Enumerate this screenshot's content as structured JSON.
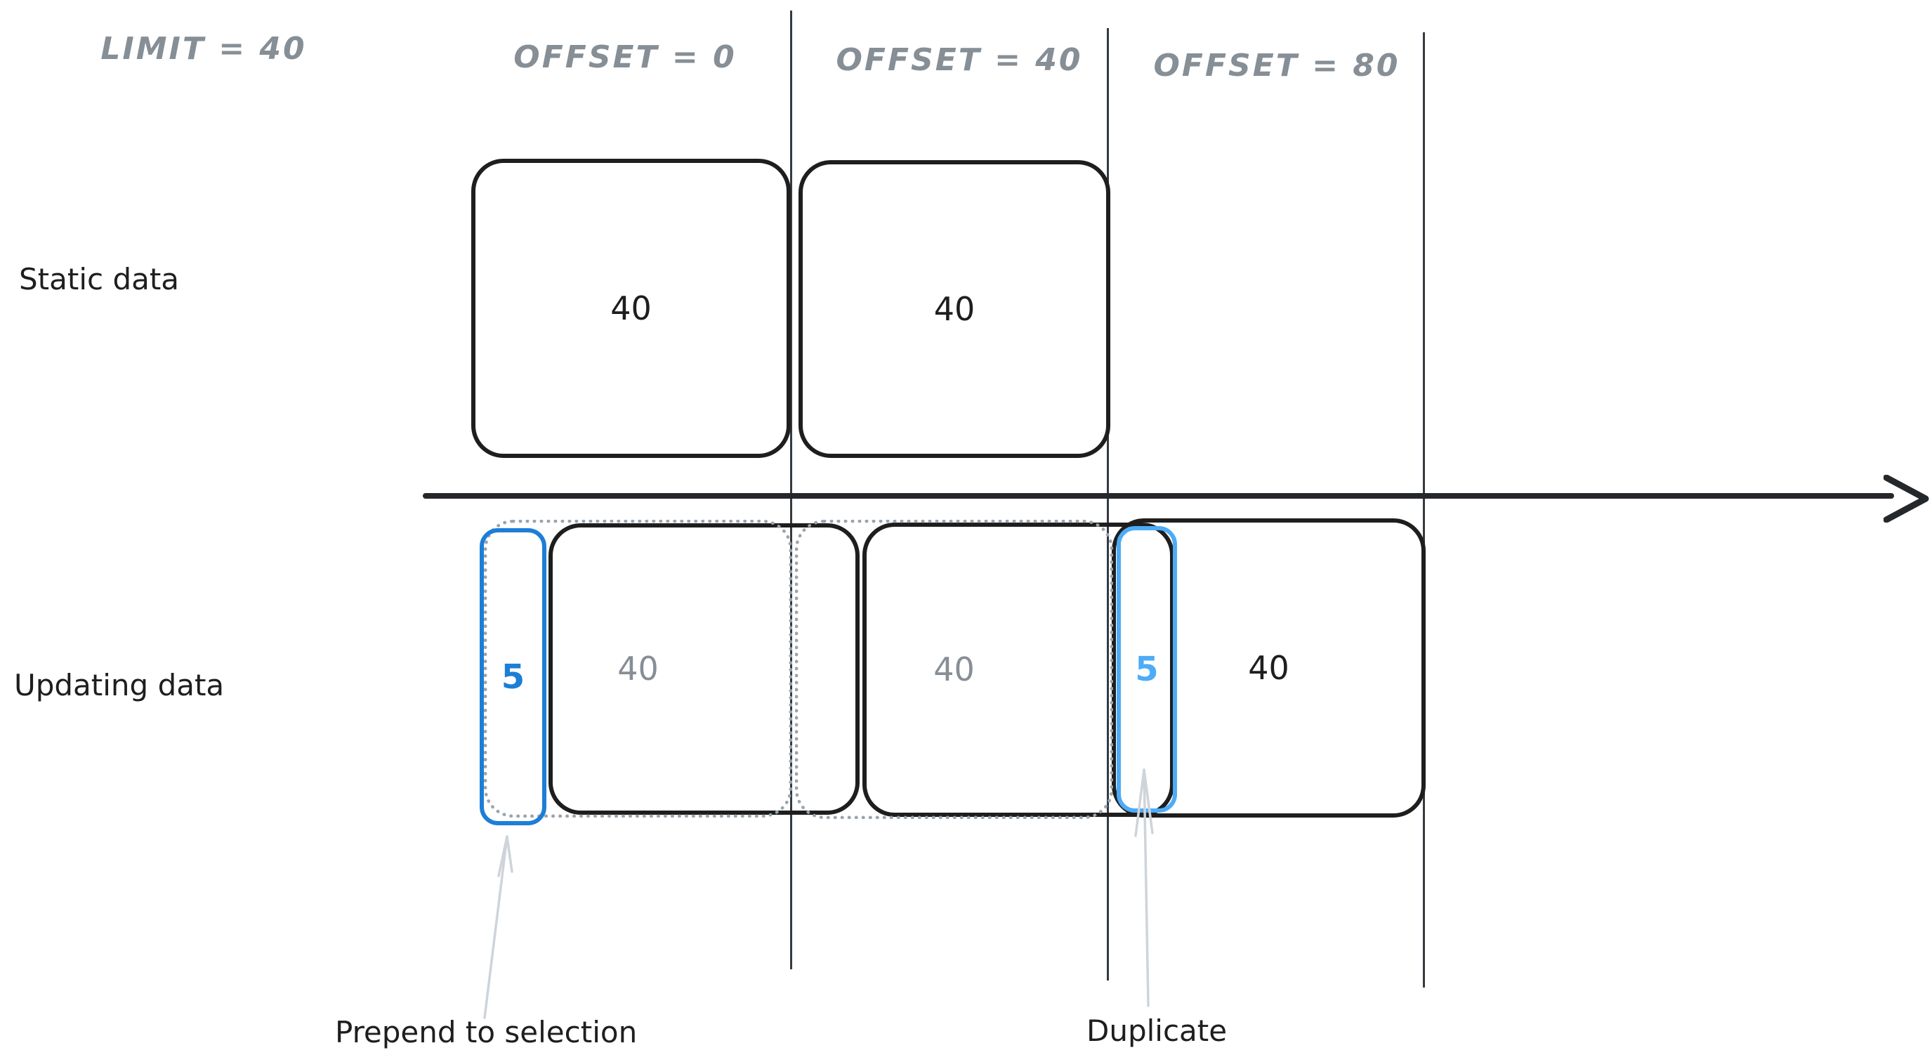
{
  "headers": {
    "limit": "LIMIT = 40",
    "offset0": "OFFSET = 0",
    "offset40": "OFFSET = 40",
    "offset80": "OFFSET = 80"
  },
  "rows": {
    "static_label": "Static data",
    "updating_label": "Updating data"
  },
  "values": {
    "static_page1": "40",
    "static_page2": "40",
    "prepend_count": "5",
    "updating_page1": "40",
    "updating_page2": "40",
    "duplicate_count": "5",
    "updating_page3": "40"
  },
  "annotations": {
    "prepend": "Prepend to selection",
    "duplicate": "Duplicate"
  },
  "colors": {
    "ink": "#1e1e1e",
    "muted_gray": "#868e96",
    "dotted_gray": "#9aa4ad",
    "blue_primary": "#1c7ed6",
    "blue_light": "#4dabf7",
    "arrow_gray": "#ced4da",
    "divider": "#343a40",
    "axis": "#25282b"
  }
}
